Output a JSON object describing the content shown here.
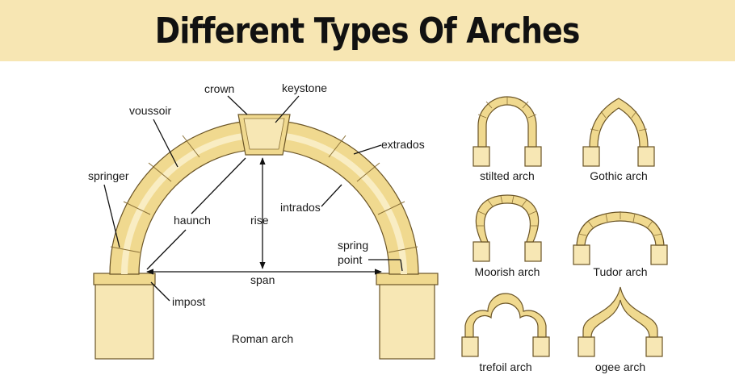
{
  "title": "Different Types Of Arches",
  "roman": {
    "caption": "Roman arch",
    "labels": {
      "crown": "crown",
      "keystone": "keystone",
      "voussoir": "voussoir",
      "extrados": "extrados",
      "springer": "springer",
      "haunch": "haunch",
      "rise": "rise",
      "intrados": "intrados",
      "spring_point_1": "spring",
      "spring_point_2": "point",
      "span": "span",
      "impost": "impost"
    }
  },
  "arches": [
    {
      "name": "stilted arch"
    },
    {
      "name": "Gothic arch"
    },
    {
      "name": "Moorish arch"
    },
    {
      "name": "Tudor arch"
    },
    {
      "name": "trefoil arch"
    },
    {
      "name": "ogee arch"
    }
  ],
  "colors": {
    "banner": "#f7e6b3",
    "stone": "#f0d98f",
    "stone_light": "#f7e7b4",
    "outline": "#6a5426"
  }
}
